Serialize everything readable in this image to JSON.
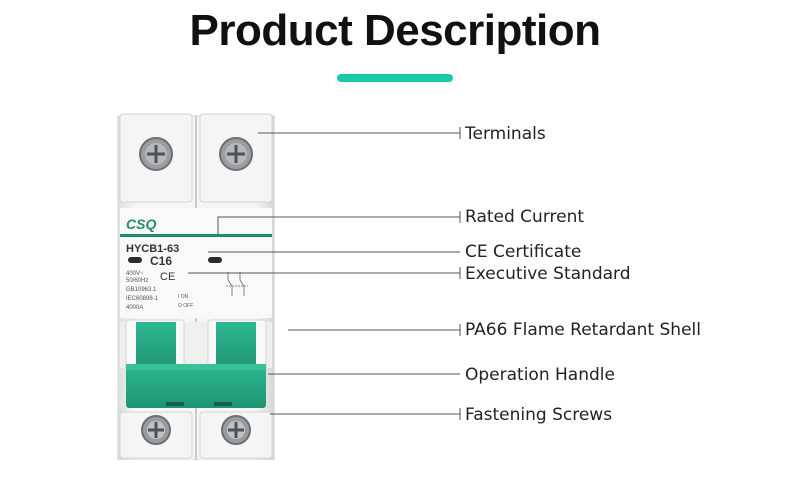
{
  "header": {
    "title": "Product Description",
    "accent_color": "#1bc9a6"
  },
  "product": {
    "brand": "CSQ",
    "model": "HYCB1-63",
    "rating": "C16",
    "voltage": "400V~",
    "frequency": "50/60Hz",
    "standard_1": "GB10963.1",
    "standard_2": "IEC60898-1",
    "breaking_capacity": "4000A",
    "on_label": "I ON",
    "off_label": "O OFF",
    "ce_mark": "CE",
    "handle_color": "#24a982",
    "body_color": "#f1f2f1",
    "stripe_color": "#1f8e6a"
  },
  "callouts": [
    {
      "label": "Terminals"
    },
    {
      "label": "Rated Current"
    },
    {
      "label": "CE Certificate"
    },
    {
      "label": "Executive Standard"
    },
    {
      "label": "PA66 Flame Retardant Shell"
    },
    {
      "label": "Operation Handle"
    },
    {
      "label": "Fastening Screws"
    }
  ]
}
